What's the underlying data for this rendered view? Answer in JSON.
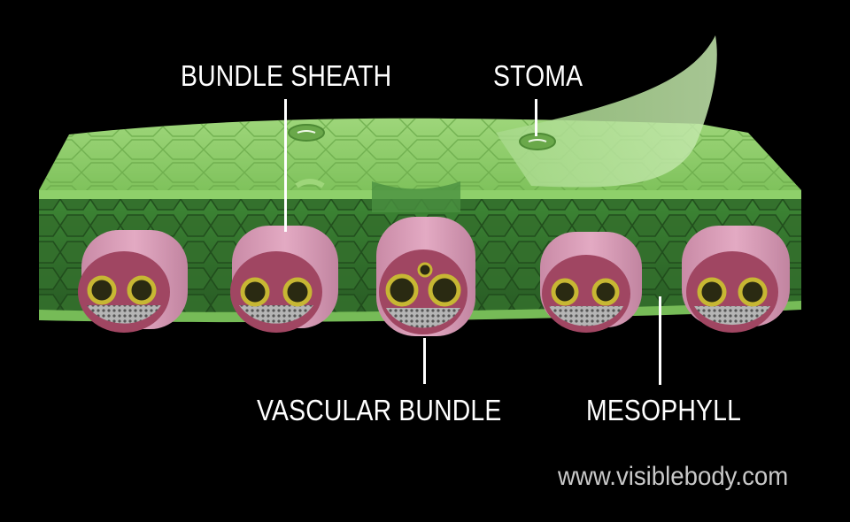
{
  "labels": {
    "bundle_sheath": "BUNDLE SHEATH",
    "stoma": "STOMA",
    "vascular_bundle": "VASCULAR BUNDLE",
    "mesophyll": "MESOPHYLL"
  },
  "watermark": "www.visiblebody.com",
  "colors": {
    "background": "#000000",
    "epidermis": "#8fd06a",
    "mesophyll": "#2f6b2a",
    "bundle_sheath": "#d89ab6",
    "xylem_ring": "#c7b733",
    "phloem": "#9a9a9a",
    "label_text": "#ffffff",
    "watermark_text": "#c9c9c9"
  }
}
